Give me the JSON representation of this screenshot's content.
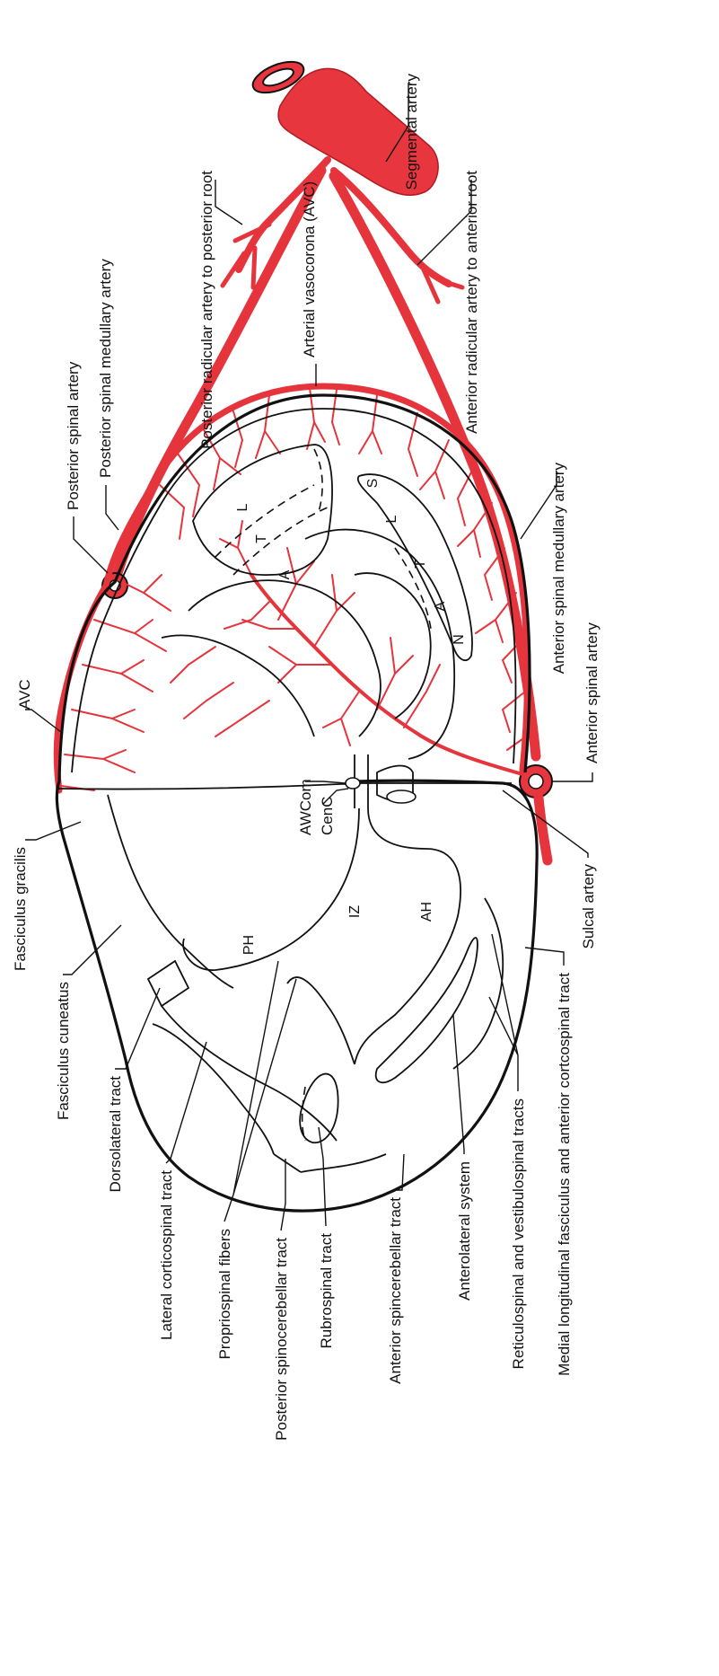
{
  "colors": {
    "artery": "#e8363f",
    "outline": "#111111",
    "background": "#ffffff"
  },
  "labels": {
    "segmental_artery": "Segmental artery",
    "posterior_radicular_artery": "Posterior radicular artery to posterior root",
    "anterior_radicular_artery": "Anterior radicular artery to anterior root",
    "posterior_spinal_medullary_artery": "Posterior spinal medullary artery",
    "arterial_vasocorona": "Arterial vasocorona (AVC)",
    "anterior_spinal_medullary_artery": "Anterior spinal medullary artery",
    "posterior_spinal_artery": "Posterior spinal artery",
    "avc": "AVC",
    "anterior_spinal_artery": "Anterior spinal artery",
    "awcom": "AWCom",
    "cenc": "CenC",
    "sulcal_artery": "Sulcal artery",
    "fasciculus_gracilis": "Fasciculus gracilis",
    "fasciculus_cuneatus": "Fasciculus cuneatus",
    "dorsolateral_tract": "Dorsolateral tract",
    "lateral_corticospinal_tract": "Lateral corticospinal tract",
    "propriospinal_fibers": "Propriospinal fibers",
    "posterior_spinocerebellar_tract": "Posterior spinocerebellar tract",
    "rubrospinal_tract": "Rubrospinal tract",
    "anterior_spinocerebellar_tract": "Anterior spincerebellar tract",
    "anterolateral_system": "Anterolateral system",
    "reticulospinal_vestibulospinal": "Reticulospinal and vestibulospinal tracts",
    "medial_longitudinal_fasciculus": "Medial longitudinal fasciculus and anterior cortcospinal tract"
  },
  "region_letters": {
    "ph": "PH",
    "iz": "IZ",
    "ah": "AH",
    "post_l": "L",
    "post_t": "T",
    "post_a": "A",
    "ant_s": "S",
    "ant_l": "L",
    "ant_t": "T",
    "ant_a": "A",
    "ant_n": "N"
  }
}
